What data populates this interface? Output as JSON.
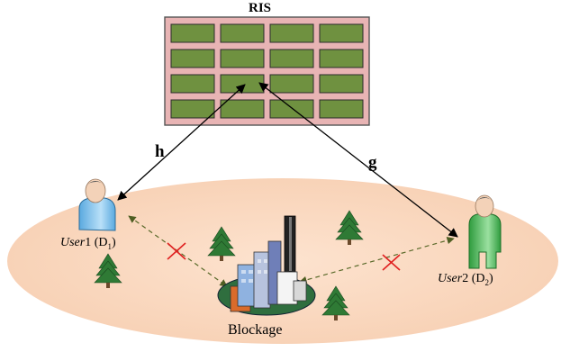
{
  "diagram": {
    "ris_title": "RIS",
    "channel_h": "h",
    "channel_g": "g",
    "user1": {
      "name": "User",
      "index": "1",
      "device": "(D",
      "device_sub": "1",
      "close": ")"
    },
    "user2": {
      "name": "User",
      "index": "2",
      "device": "(D",
      "device_sub": "2",
      "close": ")"
    },
    "blockage_label": "Blockage"
  },
  "colors": {
    "ris_frame": "#e8b4b4",
    "ris_element": "#6f9140",
    "ground": "#f9d9c2",
    "user1": "#8fc8ee",
    "user2": "#5fc06a",
    "blocked_cross": "#e02020",
    "blocked_link": "#5a6a2a"
  }
}
